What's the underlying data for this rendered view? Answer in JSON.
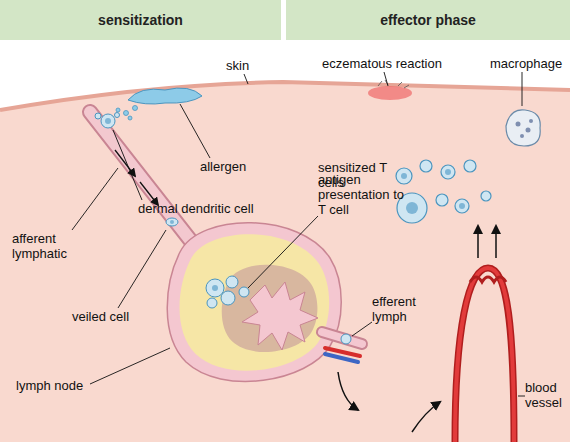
{
  "diagram": {
    "nodes": [
      {
        "text": [
          "sensitization"
        ]
      },
      {
        "text": [
          "effector phase"
        ]
      }
    ],
    "labels": [
      "skin",
      "allergen",
      "dermal dendritic cell",
      "afferent lymphatic",
      "veiled cell",
      "lymph node",
      "antigen presentation to T cell",
      "efferent lymph",
      "eczematous reaction",
      "macrophage",
      "sensitized T cells",
      "blood vessel"
    ]
  }
}
